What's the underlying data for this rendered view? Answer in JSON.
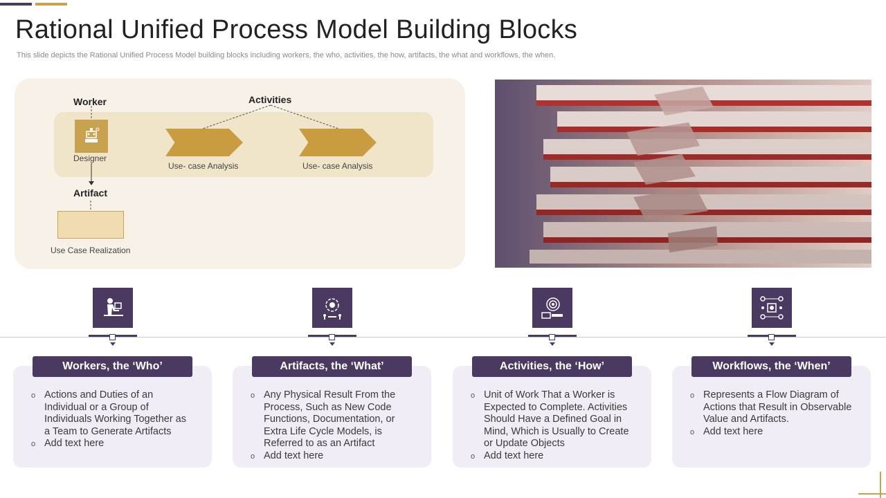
{
  "header": {
    "title": "Rational Unified Process Model Building Blocks",
    "subtitle": "This slide depicts the Rational Unified Process Model building blocks including workers, the who, activities, the how, artifacts, the what and workflows, the when."
  },
  "diagram": {
    "worker_label": "Worker",
    "activities_label": "Activities",
    "designer_label": "Designer",
    "activity_1": "Use- case Analysis",
    "activity_2": "Use- case Analysis",
    "artifact_label": "Artifact",
    "artifact_caption": "Use Case Realization"
  },
  "blocks": [
    {
      "title": "Workers, the ‘Who’",
      "icon": "worker-desk-icon",
      "bullets": [
        "Actions and Duties of an Individual  or a Group of Individuals Working Together as a Team to Generate Artifacts",
        "Add text here"
      ]
    },
    {
      "title": "Artifacts, the ‘What’",
      "icon": "gear-cycle-icon",
      "bullets": [
        "Any Physical Result From the Process, Such as New Code Functions, Documentation, or Extra Life Cycle Models, is Referred to as an Artifact",
        "Add text here"
      ]
    },
    {
      "title": "Activities, the ‘How’",
      "icon": "target-keyboard-icon",
      "bullets": [
        "Unit of Work That a Worker is Expected to Complete. Activities Should Have a Defined Goal in Mind,  Which is Usually to Create or Update Objects",
        "Add text here"
      ]
    },
    {
      "title": "Workflows, the ‘When’",
      "icon": "workflow-network-icon",
      "bullets": [
        "Represents a Flow Diagram of Actions that Result in Observable Value and Artifacts.",
        "Add text here"
      ]
    }
  ],
  "colors": {
    "primary": "#4a3a62",
    "gold": "#c9a24f",
    "panel": "#f7f1e8",
    "card": "#f1edf6"
  }
}
